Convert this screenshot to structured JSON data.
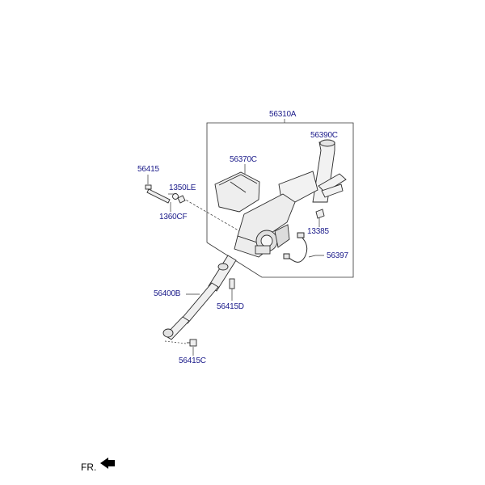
{
  "diagram": {
    "labels": {
      "assembly": "56310A",
      "upper_column": "56390C",
      "cover": "56370C",
      "bolt_top": "56415",
      "washer": "1350LE",
      "nut": "1360CF",
      "clip": "13385",
      "harness": "56397",
      "shaft": "56400B",
      "bolt_mid": "56415D",
      "bolt_low": "56415C"
    },
    "orientation_label": "FR.",
    "colors": {
      "label": "#1b1b8a",
      "line": "#333333",
      "part_fill": "#f2f2f2",
      "part_stroke": "#2a2a2a"
    }
  }
}
